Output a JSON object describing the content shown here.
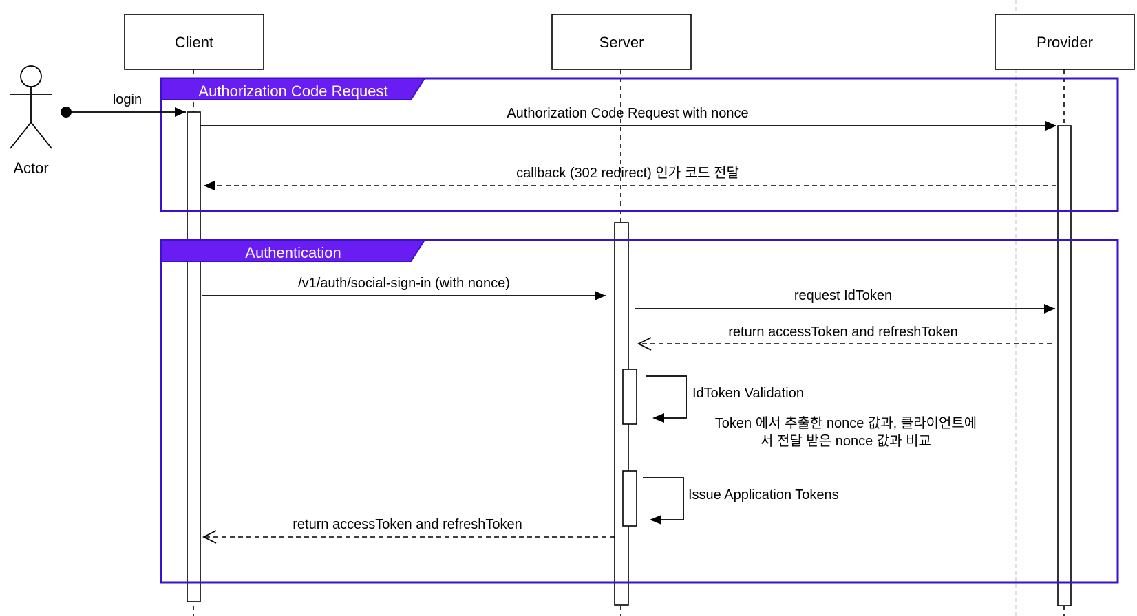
{
  "participants": {
    "actor": "Actor",
    "client": "Client",
    "server": "Server",
    "provider": "Provider"
  },
  "frames": {
    "auth_code_request": "Authorization Code Request",
    "authentication": "Authentication"
  },
  "messages": {
    "login": "login",
    "auth_code_request_with_nonce": "Authorization Code Request with nonce",
    "callback": "callback (302 redirect) 인가 코드 전달",
    "social_sign_in": "/v1/auth/social-sign-in (with nonce)",
    "request_idtoken": "request IdToken",
    "return_tokens_provider": "return accessToken and refreshToken",
    "idtoken_validation": "IdToken Validation",
    "nonce_compare_line1": "Token 에서 추출한 nonce 값과, 클라이언트에",
    "nonce_compare_line2": "서 전달 받은 nonce 값과 비교",
    "issue_tokens": "Issue Application Tokens",
    "return_tokens_client": "return accessToken and refreshToken"
  },
  "colors": {
    "frame_border": "#3a12cc",
    "frame_tab": "#6a1df2",
    "frame_tab_text": "#ffffff",
    "stroke": "#000000"
  }
}
